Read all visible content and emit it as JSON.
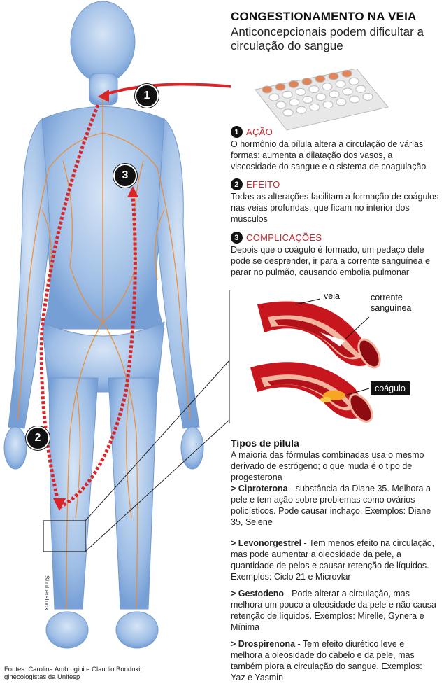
{
  "header": {
    "title": "CONGESTIONAMENTO NA VEIA",
    "subtitle": "Anticoncepcionais podem dificultar a circulação do sangue"
  },
  "sections": [
    {
      "number": "1",
      "heading": "AÇÃO",
      "text": "O hormônio da pílula altera a circulação de várias formas: aumenta a dilatação dos vasos, a viscosidade do sangue e o sistema de coagulação"
    },
    {
      "number": "2",
      "heading": "EFEITO",
      "text": "Todas as alterações facilitam a formação de coágulos nas veias profundas, que ficam no interior dos músculos"
    },
    {
      "number": "3",
      "heading": "COMPLICAÇÕES",
      "text": "Depois que o coágulo é formado, um pedaço dele pode se desprender, ir para a corrente sanguínea e parar no pulmão, causando embolia pulmonar"
    }
  ],
  "vein_diagram": {
    "label_veia": "veia",
    "label_corrente": "corrente sanguínea",
    "label_coagulo": "coágulo"
  },
  "tipos": {
    "title": "Tipos de pílula",
    "intro": "A maioria das fórmulas combinadas usa o mesmo derivado de estrógeno; o que muda é o tipo de progesterona",
    "items": [
      {
        "name": "> Ciproterona",
        "text": " - substância da Diane 35. Melhora a pele e tem ação sobre problemas como ovários policísticos. Pode causar inchaço. Exemplos: Diane 35, Selene"
      },
      {
        "name": "> Levonorgestrel",
        "text": " - Tem menos efeito na circulação, mas pode aumentar a oleosidade da pele, a quantidade de pelos e causar retenção de líquidos. Exemplos: Ciclo 21 e Microvlar"
      },
      {
        "name": "> Gestodeno",
        "text": " - Pode alterar a circulação, mas melhora um pouco a oleosidade da pele e não causa retenção de líquidos. Exemplos: Mirelle, Gynera e Mínima"
      },
      {
        "name": "> Drospirenona",
        "text": " - Tem efeito diurético leve e melhora a oleosidade do cabelo e da pele, mas também piora a circulação do sangue. Exemplos: Yaz e Yasmin"
      }
    ]
  },
  "figure": {
    "badge1": "1",
    "badge2": "2",
    "badge3": "3",
    "photo_credit": "Shutterstock"
  },
  "footer": {
    "sources": "Fontes: Carolina Ambrogini e Claudio Bonduki, ginecologistas da Unifesp"
  },
  "colors": {
    "accent_red": "#c0282d",
    "body_blue": "#6f9ed6",
    "vein_orange": "#f08a2c",
    "blood_red": "#b3121b"
  }
}
